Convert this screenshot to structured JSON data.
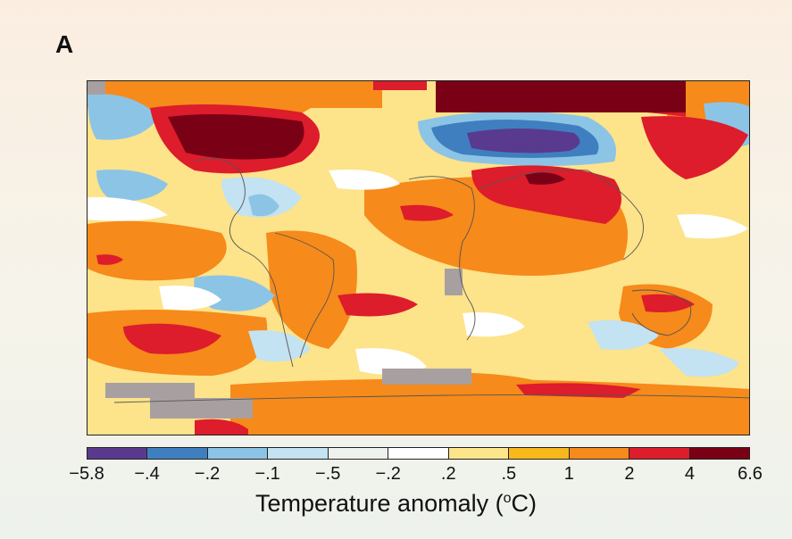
{
  "panel_label": "A",
  "colorbar": {
    "title_main": "Temperature anomaly (",
    "title_sup": "o",
    "title_end": "C)",
    "tick_labels": [
      "−5.8",
      "−.4",
      "−.2",
      "−.1",
      "−.5",
      "−.2",
      ".2",
      ".5",
      "1",
      "2",
      "4",
      "6.6"
    ],
    "colors": [
      "#5a3a8e",
      "#3f7fc0",
      "#8cc4e6",
      "#c3e2f2",
      "#eef2ee",
      "#ffffff",
      "#fde68a",
      "#f8b81a",
      "#f68a1a",
      "#dd1c2c",
      "#7a0016"
    ]
  },
  "map": {
    "background_color": "#fde38a",
    "missing_data_color": "#a8a0a0",
    "coastline_color": "#555555"
  }
}
